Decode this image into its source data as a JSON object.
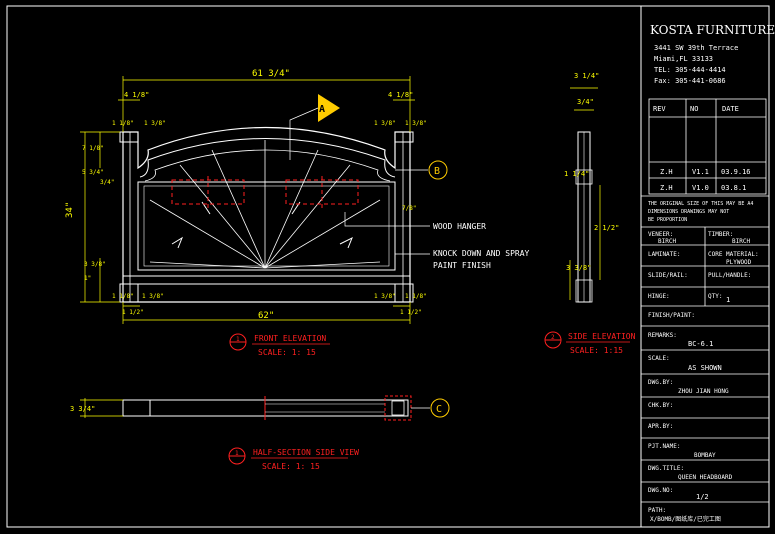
{
  "title_block": {
    "company": "KOSTA FURNITURE",
    "address_line1": "3441 SW 39th Terrace",
    "address_line2": "Miami,FL  33133",
    "tel": "TEL:  305-444-4414",
    "fax": "Fax:  305-441-0686",
    "rev_headers": [
      "REV",
      "NO",
      "DATE"
    ],
    "revisions": [
      {
        "by": "Z.H",
        "no": "V1.1",
        "date": "03.9.16"
      },
      {
        "by": "Z.H",
        "no": "V1.0",
        "date": "03.8.1"
      }
    ],
    "notice": [
      "THE ORIGINAL SIZE OF THIS MAY BE A4",
      "DIMENSIONS DRAWINGS MAY NOT",
      "BE PROPORTION"
    ],
    "veneer_label": "VENEER:",
    "veneer_value": "BIRCH",
    "timber_label": "TIMBER:",
    "timber_value": "BIRCH",
    "laminate_label": "LAMINATE:",
    "core_material_label": "CORE MATERIAL:",
    "core_material_value": "PLYWOOD",
    "slide_label": "SLIDE/RAIL:",
    "pull_label": "PULL/HANDLE:",
    "hinge_label": "HINGE:",
    "qty_label": "QTY:",
    "qty_value": "1",
    "finish_label": "FINISH/PAINT:",
    "remarks_label": "REMARKS:",
    "remarks_value": "BC-6.1",
    "scale_label": "SCALE:",
    "scale_value": "AS SHOWN",
    "dwg_by_label": "DWG.BY:",
    "dwg_by_value": "ZHOU JIAN HONG",
    "chk_by_label": "CHK.BY:",
    "apr_by_label": "APR.BY:",
    "pjt_name_label": "PJT.NAME:",
    "pjt_name_value": "BOMBAY",
    "dwg_title_label": "DWG.TITLE:",
    "dwg_title_value": "QUEEN HEADBOARD",
    "dwg_no_label": "DWG.NO:",
    "dwg_no_value": "1/2",
    "path_label": "PATH:",
    "path_value": "X/BOMB/图纸库/已完工图"
  },
  "front_elevation": {
    "title": "FRONT ELEVATION",
    "scale": "SCALE: 1: 15",
    "marker": "1",
    "dims": {
      "overall_width": "61 3/4\"",
      "bottom_width": "62\"",
      "height": "34\"",
      "post_top_left": "4 1/8\"",
      "post_top_right": "4 1/8\"",
      "post_left_a": "1 1/8\"",
      "post_left_b": "1 3/8\"",
      "post_right_a": "1 3/8\"",
      "post_right_b": "1 3/8\"",
      "arch_rise": "7 1/8\"",
      "cap_a": "5 3/4\"",
      "cap_b": "3/4\"",
      "side_b": "7/8\"",
      "bottom_a": "3 3/8\"",
      "bottom_b": "1\"",
      "foot_left_a": "1 1/8\"",
      "foot_left_b": "1 3/8\"",
      "foot_right_a": "1 3/8\"",
      "foot_right_b": "1 1/8\"",
      "foot_bottom_left": "1 1/2\"",
      "foot_bottom_right": "1 1/2\""
    },
    "callouts": {
      "wood_hanger": "WOOD HANGER",
      "knock_down_line1": "KNOCK DOWN AND SPRAY",
      "knock_down_line2": "PAINT FINISH",
      "marker_a": "A",
      "marker_b": "B"
    }
  },
  "side_elevation": {
    "title": "SIDE ELEVATION",
    "scale": "SCALE: 1:15",
    "marker": "2",
    "dims": {
      "top": "3 1/4\"",
      "depth": "3/4\"",
      "mid": "2 1/2\"",
      "low": "3 3/8\"",
      "side": "1 1/4\""
    }
  },
  "half_section": {
    "title": "HALF-SECTION SIDE VIEW",
    "scale": "SCALE: 1: 15",
    "marker": "1",
    "dim": "3 3/4\"",
    "marker_c": "C"
  },
  "colors": {
    "background": "#000000",
    "line": "#ffffff",
    "dimension": "#ffff00",
    "hidden": "#ff2020",
    "marker": "#ffcc00",
    "label": "#ff2020"
  }
}
